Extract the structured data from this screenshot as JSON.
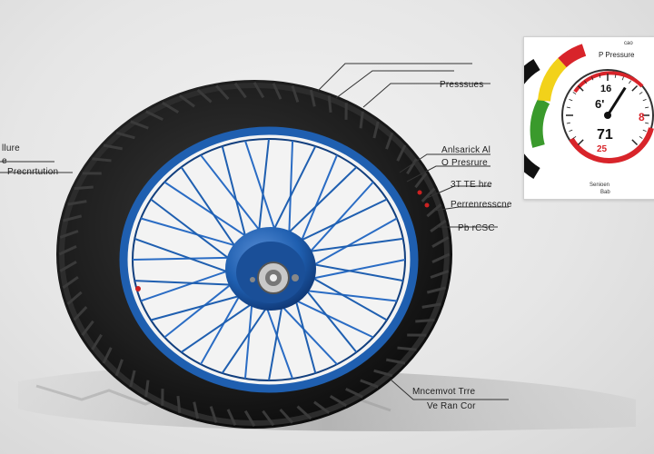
{
  "labels": {
    "left_1": "llure",
    "left_2": "e",
    "left_3": "Precnrtution",
    "right_1": "Presssues",
    "right_2": "Anlsarick Al",
    "right_3": "O Presrure",
    "right_4": "3T TE hre",
    "right_5": "Perrenresscne",
    "right_6": "Pb rCSC",
    "bottom_1": "Mncemvot Trre",
    "bottom_2": "Ve Ran Cor"
  },
  "gauge": {
    "top_mark": "cao",
    "top_label": "P Pressure",
    "value_top": "16",
    "value_mid": "6'",
    "value_small": "8",
    "value_big": "71",
    "value_bottom": "25",
    "bottom_label": "Senioen",
    "bottom_sub": "Bab",
    "pointer_fraction": 0.62
  },
  "colors": {
    "rim": "#1f5fb0",
    "rim_dark": "#123f7e",
    "tire": "#1d1d1d",
    "gauge_red": "#d8242a",
    "gauge_yellow": "#f2d21a",
    "gauge_green": "#3a9a2c",
    "gauge_black": "#111111"
  }
}
